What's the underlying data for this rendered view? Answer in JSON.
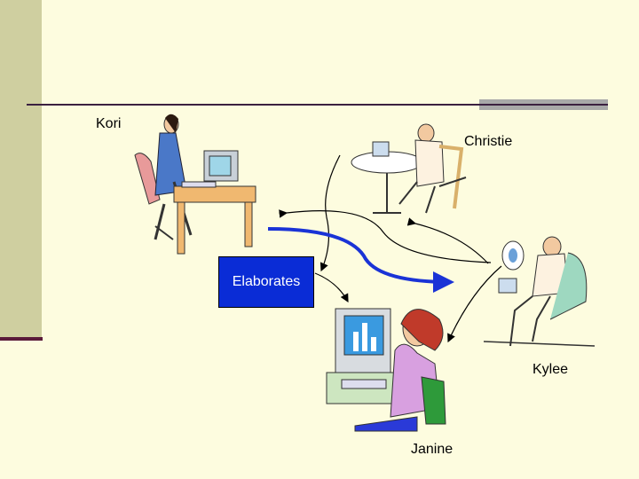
{
  "people": {
    "kori": "Kori",
    "christie": "Christie",
    "kylee": "Kylee",
    "janine": "Janine"
  },
  "center_box": {
    "label": "Elaborates",
    "color": "#0a2cd6"
  },
  "colors": {
    "background": "#fdfcdf",
    "sidebar": "#cfcfa0",
    "rule": "#3b2040",
    "accent": "#a8a8a8"
  }
}
